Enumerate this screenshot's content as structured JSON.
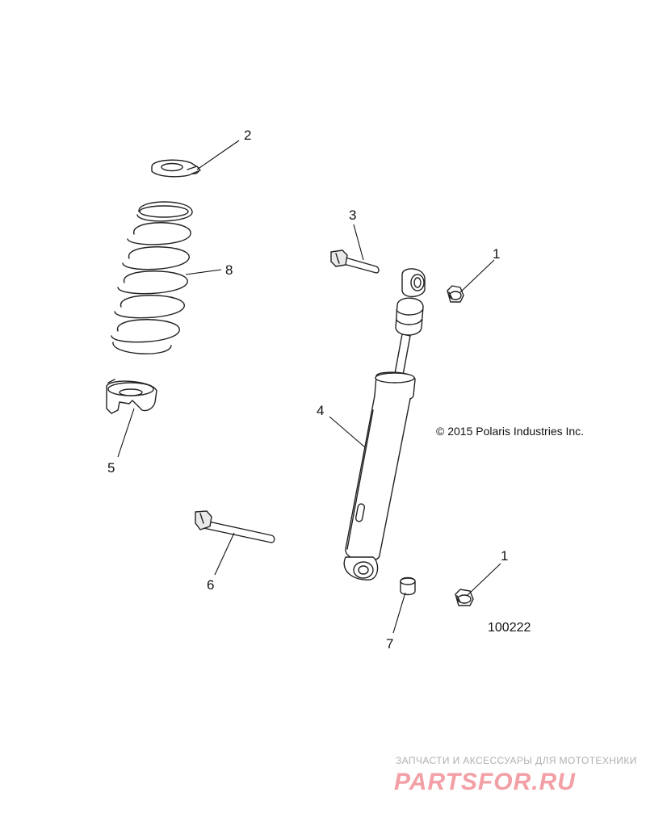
{
  "callouts": {
    "c1a": "1",
    "c1b": "1",
    "c2": "2",
    "c3": "3",
    "c4": "4",
    "c5": "5",
    "c6": "6",
    "c7": "7",
    "c8": "8"
  },
  "copyright": "© 2015 Polaris Industries Inc.",
  "reference_number": "100222",
  "watermark": {
    "tagline": "ЗАПЧАСТИ И АКСЕССУАРЫ ДЛЯ МОТОТЕХНИКИ",
    "brand_part1": "PARTS",
    "brand_part2": "FOR.RU",
    "colors": {
      "brand_red": "#f2a0a5",
      "brand_gray": "#c8c8c8"
    }
  },
  "parts": [
    {
      "id": "1",
      "icon": "flange-nut-icon"
    },
    {
      "id": "2",
      "icon": "spring-retainer-icon"
    },
    {
      "id": "3",
      "icon": "upper-bolt-icon"
    },
    {
      "id": "4",
      "icon": "shock-absorber-icon"
    },
    {
      "id": "5",
      "icon": "spring-seat-icon"
    },
    {
      "id": "6",
      "icon": "lower-bolt-icon"
    },
    {
      "id": "7",
      "icon": "bushing-spacer-icon"
    },
    {
      "id": "8",
      "icon": "coil-spring-icon"
    }
  ]
}
